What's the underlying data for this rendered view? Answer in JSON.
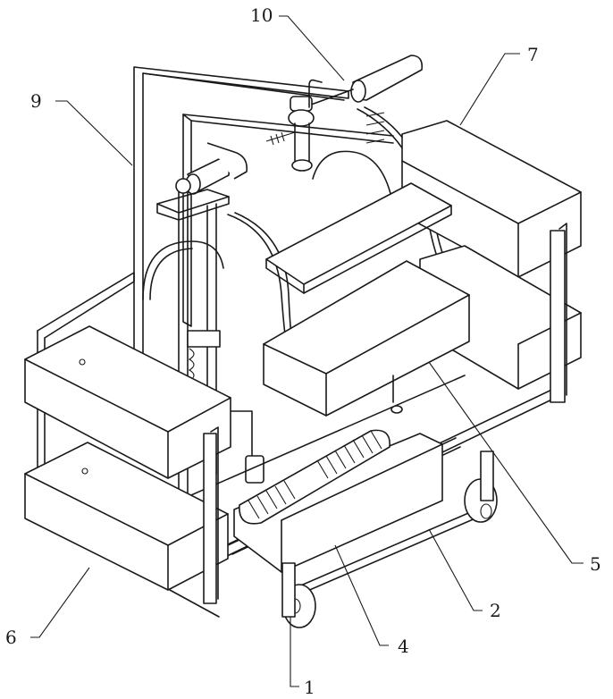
{
  "labels": {
    "l1": "1",
    "l2": "2",
    "l4": "4",
    "l5": "5",
    "l6": "6",
    "l7": "7",
    "l9": "9",
    "l10": "10"
  }
}
